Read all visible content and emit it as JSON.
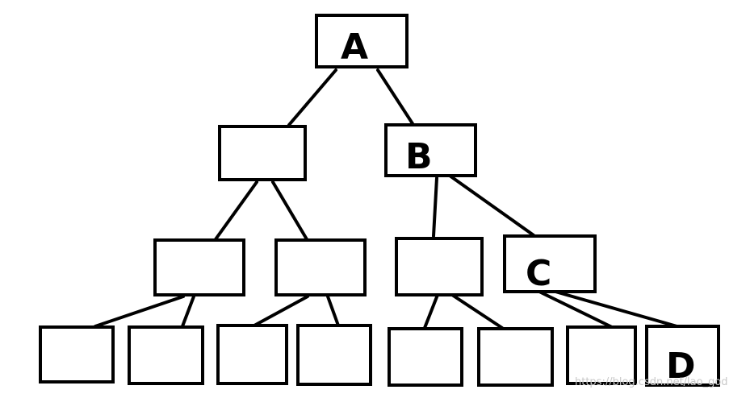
{
  "nodes": {
    "root": {
      "label": "A"
    },
    "l1_left": {
      "label": ""
    },
    "l1_right": {
      "label": "B"
    },
    "l2_1": {
      "label": ""
    },
    "l2_2": {
      "label": ""
    },
    "l2_3": {
      "label": ""
    },
    "l2_4": {
      "label": "C"
    },
    "l3_1": {
      "label": ""
    },
    "l3_2": {
      "label": ""
    },
    "l3_3": {
      "label": ""
    },
    "l3_4": {
      "label": ""
    },
    "l3_5": {
      "label": ""
    },
    "l3_6": {
      "label": ""
    },
    "l3_7": {
      "label": ""
    },
    "l3_8": {
      "label": "D"
    }
  },
  "edges": [
    [
      "root",
      "l1_left"
    ],
    [
      "root",
      "l1_right"
    ],
    [
      "l1_left",
      "l2_1"
    ],
    [
      "l1_left",
      "l2_2"
    ],
    [
      "l1_right",
      "l2_3"
    ],
    [
      "l1_right",
      "l2_4"
    ],
    [
      "l2_1",
      "l3_1"
    ],
    [
      "l2_1",
      "l3_2"
    ],
    [
      "l2_2",
      "l3_3"
    ],
    [
      "l2_2",
      "l3_4"
    ],
    [
      "l2_3",
      "l3_5"
    ],
    [
      "l2_3",
      "l3_6"
    ],
    [
      "l2_4",
      "l3_7"
    ],
    [
      "l2_4",
      "l3_8"
    ]
  ],
  "watermark": "https://blog.csdn.net/lao_god"
}
